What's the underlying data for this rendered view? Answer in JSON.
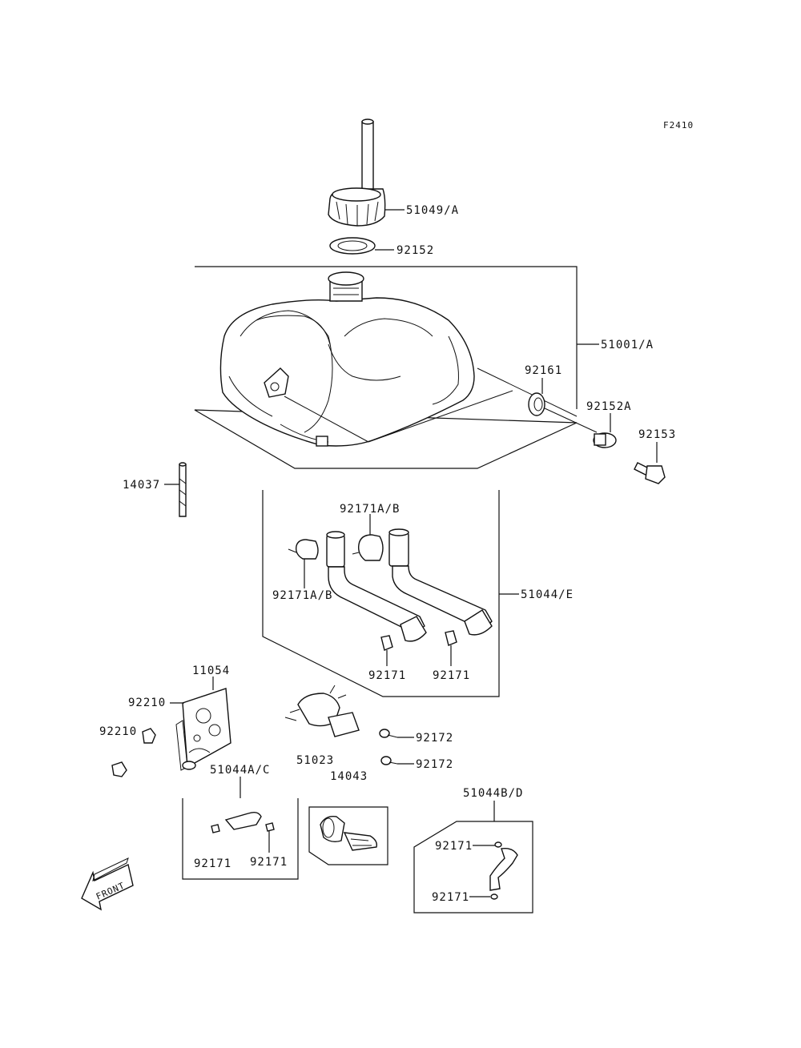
{
  "diagram_code": "F2410",
  "labels": {
    "cap": "51049/A",
    "gasket_cap": "92152",
    "tank": "51001/A",
    "grommet": "92161",
    "gasket_a": "92152A",
    "bolt": "92153",
    "cable": "14037",
    "clamp_ab_top": "92171A/B",
    "clamp_ab_left": "92171A/B",
    "hose_set_e": "51044/E",
    "clip_left": "92171",
    "clip_right": "92171",
    "bracket": "11054",
    "nut_top": "92210",
    "nut_bottom": "92210",
    "cock": "51023",
    "cock_part": "14043",
    "screw_top": "92172",
    "screw_bottom": "92172",
    "hose_ac": "51044A/C",
    "clip_ac_left": "92171",
    "clip_ac_right": "92171",
    "hose_bd": "51044B/D",
    "clip_bd_top": "92171",
    "clip_bd_bottom": "92171",
    "front": "FRONT"
  }
}
